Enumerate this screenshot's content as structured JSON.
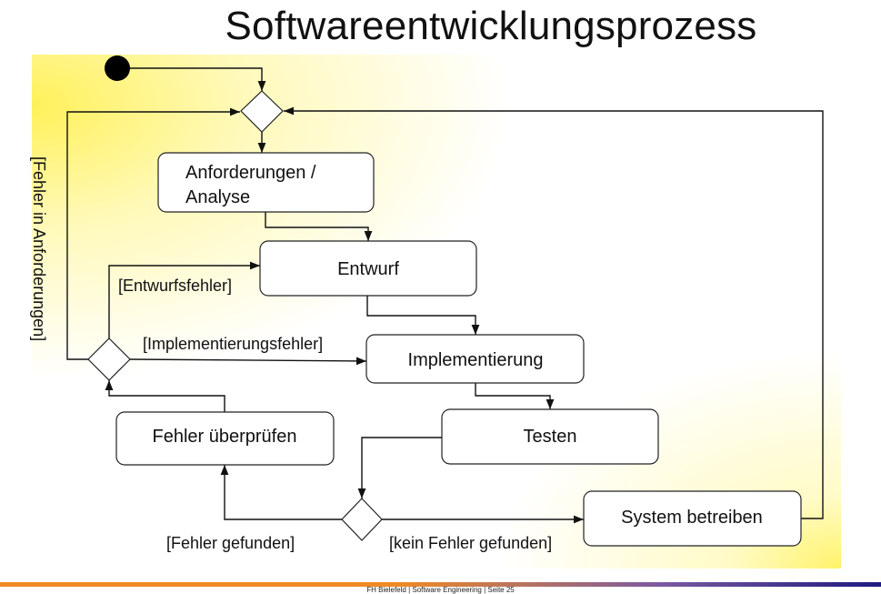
{
  "title": "Softwareentwicklungsprozess",
  "nodes": {
    "requirements": {
      "line1": "Anforderungen /",
      "line2": "Analyse"
    },
    "design": "Entwurf",
    "implementation": "Implementierung",
    "testing": "Testen",
    "check_errors": "Fehler überprüfen",
    "operate": "System betreiben"
  },
  "guards": {
    "requirements_error": "[Fehler in Anforderungen]",
    "design_error": "[Entwurfsfehler]",
    "implementation_error": "[Implementierungsfehler]",
    "error_found": "[Fehler gefunden]",
    "no_error_found": "[kein Fehler gefunden]"
  },
  "footer": "FH Bielefeld | Software Engineering | Seite 25"
}
